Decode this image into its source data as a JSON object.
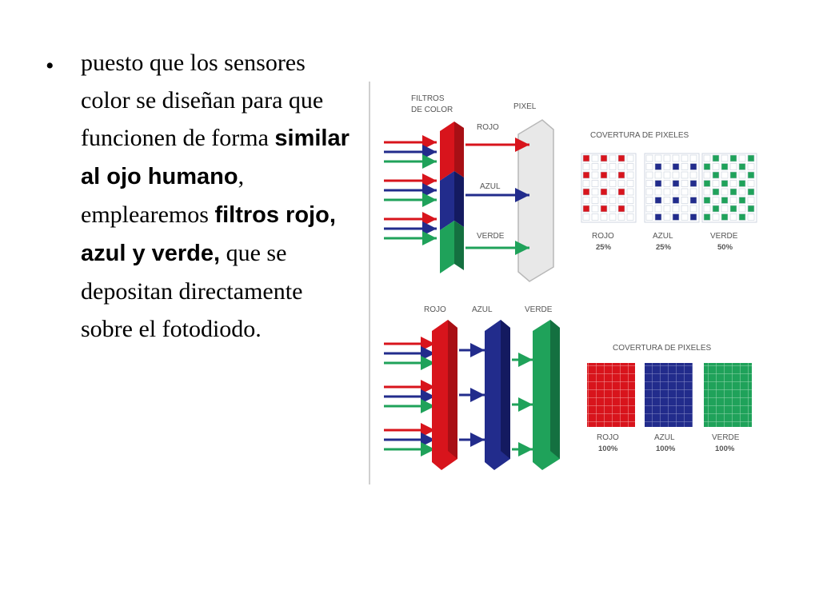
{
  "slide": {
    "bullet": {
      "marker": "•",
      "segments": [
        {
          "text": "puesto que los sensores color se diseñan para que funcionen de forma ",
          "bold": false
        },
        {
          "text": "similar al ojo humano",
          "bold": true
        },
        {
          "text": ", emplearemos ",
          "bold": false
        },
        {
          "text": "filtros rojo, azul y verde,",
          "bold": true
        },
        {
          "text": " que se depositan directamente sobre el fotodiodo.",
          "bold": false
        }
      ]
    },
    "figure": {
      "top": {
        "filters_label_line1": "FILTROS",
        "filters_label_line2": "DE COLOR",
        "pixel_label": "PIXEL",
        "rojo": "ROJO",
        "azul": "AZUL",
        "verde": "VERDE",
        "coverage_title": "COVERTURA DE PIXELES",
        "coverage": [
          {
            "name": "ROJO",
            "pct": "25%"
          },
          {
            "name": "AZUL",
            "pct": "25%"
          },
          {
            "name": "VERDE",
            "pct": "50%"
          }
        ]
      },
      "bottom": {
        "rojo": "ROJO",
        "azul": "AZUL",
        "verde": "VERDE",
        "coverage_title": "COVERTURA DE PIXELES",
        "coverage": [
          {
            "name": "ROJO",
            "pct": "100%"
          },
          {
            "name": "AZUL",
            "pct": "100%"
          },
          {
            "name": "VERDE",
            "pct": "100%"
          }
        ]
      }
    },
    "colors": {
      "red": "#d8141c",
      "blue": "#222c8c",
      "green": "#1fa25a"
    }
  }
}
